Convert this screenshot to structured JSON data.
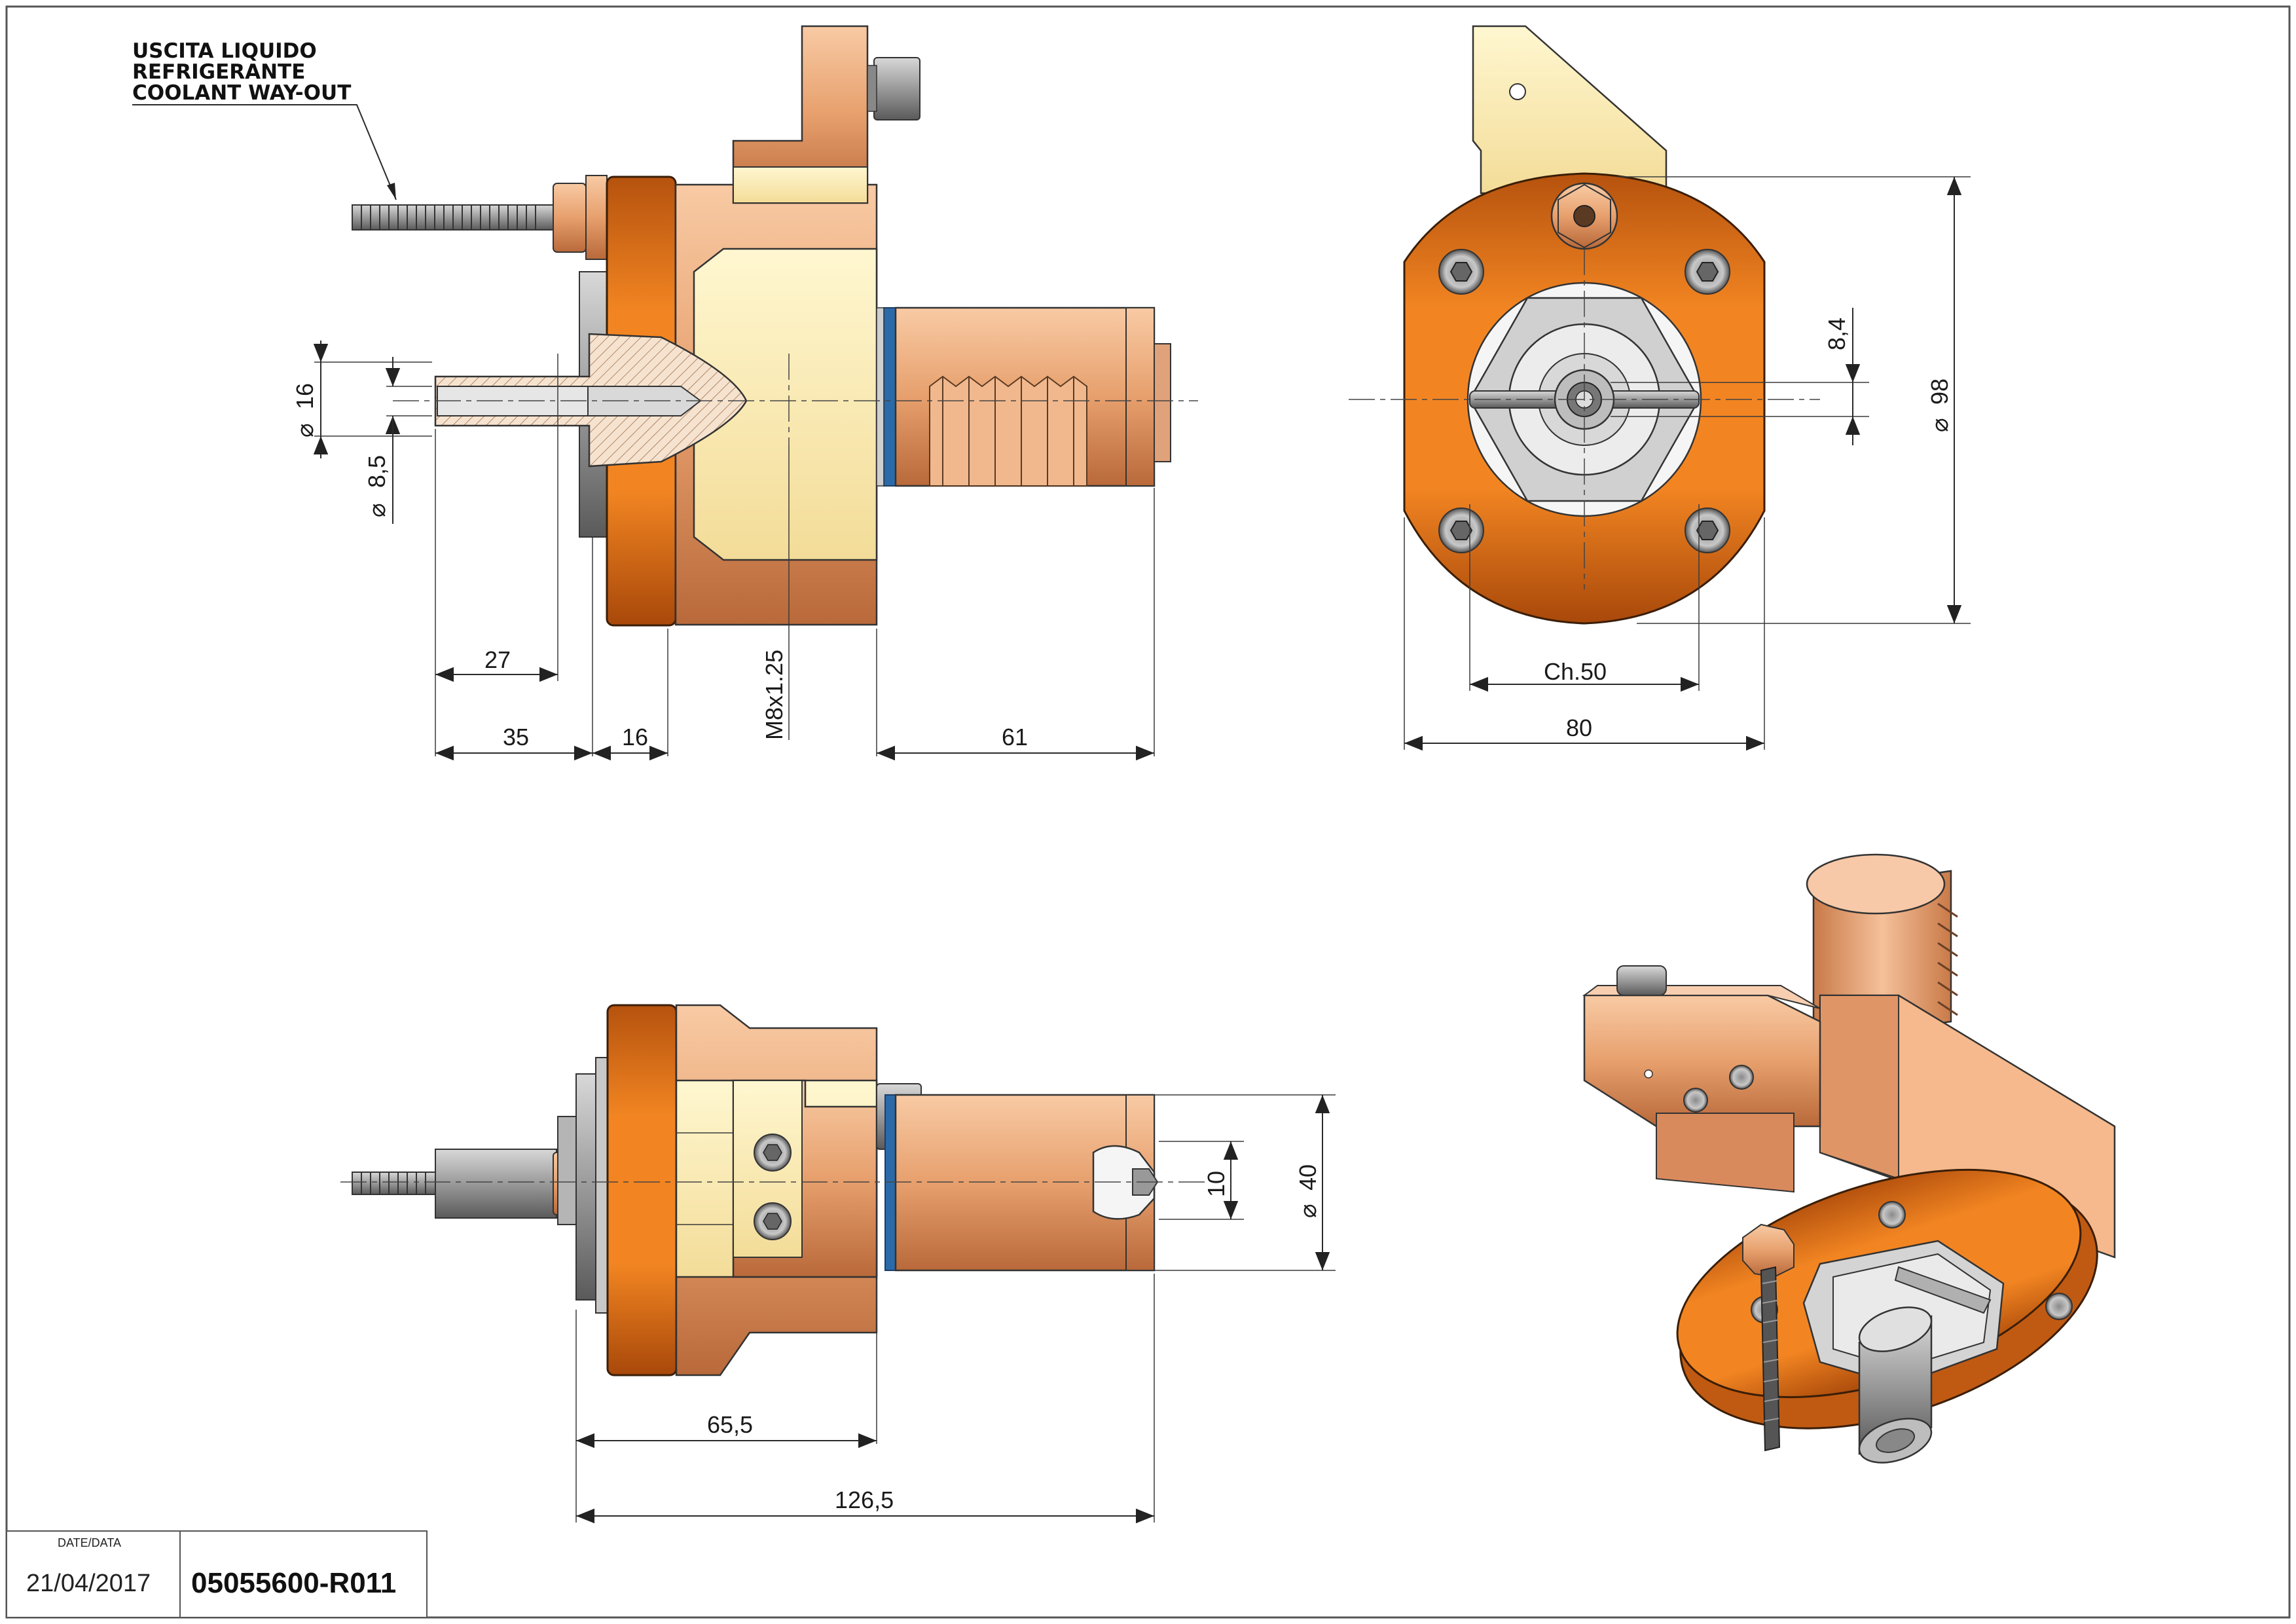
{
  "note": {
    "lines": [
      "USCITA LIQUIDO",
      "REFRIGERANTE",
      "COOLANT WAY-OUT"
    ]
  },
  "dimensions": {
    "side_view": {
      "d16": "16",
      "d8_5": "8,5",
      "len27": "27",
      "len35": "35",
      "len16": "16",
      "thread": "M8x1.25",
      "len61": "61"
    },
    "front_view": {
      "d8_4": "8,4",
      "d98": "98",
      "ch50": "Ch.50",
      "w80": "80"
    },
    "top_view": {
      "d10": "10",
      "d40": "40",
      "len65_5": "65,5",
      "len126_5": "126,5"
    }
  },
  "title_block": {
    "date_label": "DATE/DATA",
    "date": "21/04/2017",
    "code": "05055600-R011"
  },
  "colors": {
    "orange": "#f07f1e",
    "orange_dark": "#c25a10",
    "copper": "#e8a070",
    "copper_light": "#f5c39c",
    "cream": "#fdf0bb",
    "steel": "#a0a0a0",
    "border": "#555555"
  }
}
